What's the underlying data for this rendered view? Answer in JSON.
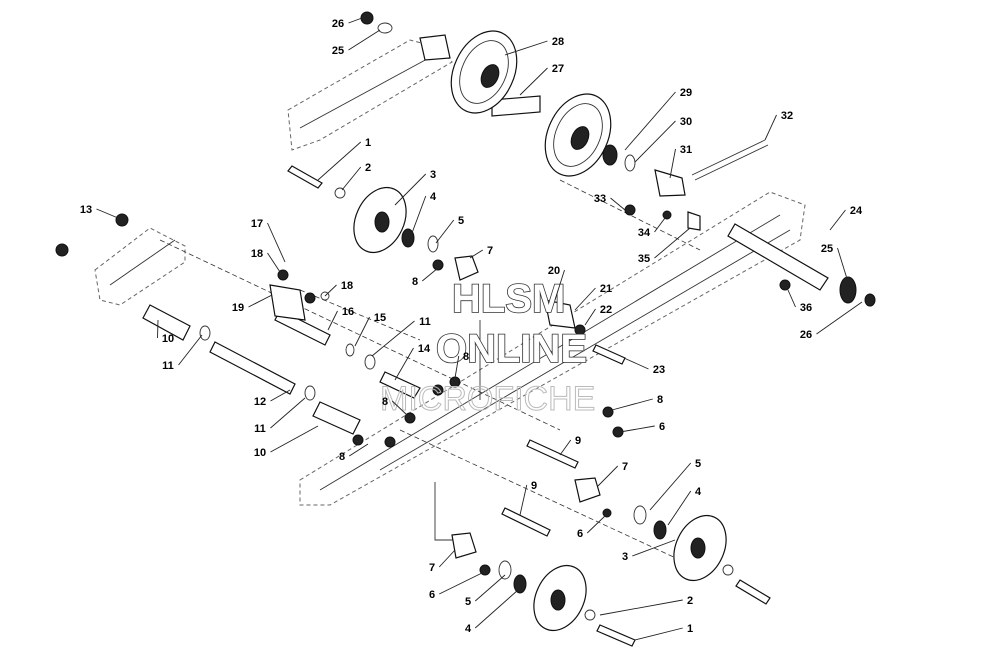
{
  "diagram": {
    "watermark": {
      "line1": "HLSM",
      "line2": "ONLINE",
      "line3": "MICROFICHE"
    },
    "callouts": [
      {
        "id": "c26a",
        "label": "26"
      },
      {
        "id": "c25a",
        "label": "25"
      },
      {
        "id": "c28",
        "label": "28"
      },
      {
        "id": "c27",
        "label": "27"
      },
      {
        "id": "c29",
        "label": "29"
      },
      {
        "id": "c32",
        "label": "32"
      },
      {
        "id": "c30",
        "label": "30"
      },
      {
        "id": "c31",
        "label": "31"
      },
      {
        "id": "c1a",
        "label": "1"
      },
      {
        "id": "c2a",
        "label": "2"
      },
      {
        "id": "c3a",
        "label": "3"
      },
      {
        "id": "c4a",
        "label": "4"
      },
      {
        "id": "c5a",
        "label": "5"
      },
      {
        "id": "c33",
        "label": "33"
      },
      {
        "id": "c34",
        "label": "34"
      },
      {
        "id": "c35",
        "label": "35"
      },
      {
        "id": "c24",
        "label": "24"
      },
      {
        "id": "c25b",
        "label": "25"
      },
      {
        "id": "c13",
        "label": "13"
      },
      {
        "id": "c17",
        "label": "17"
      },
      {
        "id": "c18a",
        "label": "18"
      },
      {
        "id": "c18b",
        "label": "18"
      },
      {
        "id": "c7a",
        "label": "7"
      },
      {
        "id": "c8a",
        "label": "8"
      },
      {
        "id": "c20",
        "label": "20"
      },
      {
        "id": "c21",
        "label": "21"
      },
      {
        "id": "c22",
        "label": "22"
      },
      {
        "id": "c36",
        "label": "36"
      },
      {
        "id": "c26b",
        "label": "26"
      },
      {
        "id": "c19",
        "label": "19"
      },
      {
        "id": "c16",
        "label": "16"
      },
      {
        "id": "c15",
        "label": "15"
      },
      {
        "id": "c11a",
        "label": "11"
      },
      {
        "id": "c10a",
        "label": "10"
      },
      {
        "id": "c11b",
        "label": "11"
      },
      {
        "id": "c14",
        "label": "14"
      },
      {
        "id": "c8b",
        "label": "8"
      },
      {
        "id": "c23",
        "label": "23"
      },
      {
        "id": "c8c",
        "label": "8"
      },
      {
        "id": "c8d",
        "label": "8"
      },
      {
        "id": "c12",
        "label": "12"
      },
      {
        "id": "c11c",
        "label": "11"
      },
      {
        "id": "c6a",
        "label": "6"
      },
      {
        "id": "c10b",
        "label": "10"
      },
      {
        "id": "c8e",
        "label": "8"
      },
      {
        "id": "c9a",
        "label": "9"
      },
      {
        "id": "c7b",
        "label": "7"
      },
      {
        "id": "c5b",
        "label": "5"
      },
      {
        "id": "c9b",
        "label": "9"
      },
      {
        "id": "c4b",
        "label": "4"
      },
      {
        "id": "c6b",
        "label": "6"
      },
      {
        "id": "c3b",
        "label": "3"
      },
      {
        "id": "c7c",
        "label": "7"
      },
      {
        "id": "c6c",
        "label": "6"
      },
      {
        "id": "c5c",
        "label": "5"
      },
      {
        "id": "c2b",
        "label": "2"
      },
      {
        "id": "c4c",
        "label": "4"
      },
      {
        "id": "c1b",
        "label": "1"
      }
    ]
  }
}
